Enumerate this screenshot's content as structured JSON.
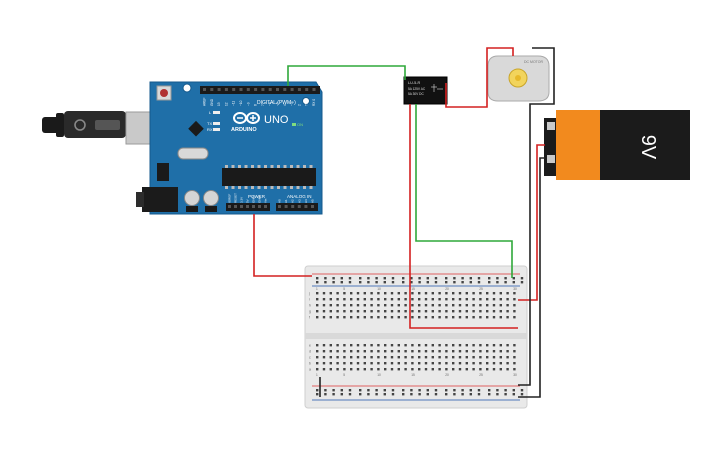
{
  "arduino": {
    "brand": "ARDUINO",
    "model": "UNO",
    "digital_label": "DIGITAL (PWM~)",
    "power_label": "POWER",
    "analog_label": "ANALOG IN",
    "tx_label": "TX",
    "rx_label": "RX",
    "l_label": "L",
    "on_label": "ON",
    "digital_pins": [
      "AREF",
      "GND",
      "13",
      "12",
      "~11",
      "~10",
      "~9",
      "8",
      "7",
      "~6",
      "~5",
      "4",
      "~3",
      "2",
      "TX 1",
      "RX 0"
    ],
    "power_pins": [
      "IOREF",
      "RESET",
      "3.3V",
      "5V",
      "GND",
      "GND",
      "Vin"
    ],
    "analog_pins": [
      "A0",
      "A1",
      "A2",
      "A3",
      "A4",
      "A5"
    ]
  },
  "relay": {
    "line1": "LU-5-R",
    "line2": "5A 125V AC",
    "line3": "5A 30V DC"
  },
  "motor": {
    "label": "DC MOTOR"
  },
  "battery": {
    "label": "9V"
  },
  "breadboard": {
    "row_letters_top": [
      "j",
      "i",
      "h",
      "g",
      "f"
    ],
    "row_letters_bottom": [
      "e",
      "d",
      "c",
      "b",
      "a"
    ],
    "column_numbers": [
      "1",
      "5",
      "10",
      "15",
      "20",
      "25",
      "30"
    ]
  },
  "colors": {
    "arduino_board": "#1f6fa8",
    "wire_red": "#d42020",
    "wire_green": "#2fa83a",
    "wire_black": "#222222",
    "battery_orange": "#f28a1e",
    "battery_black": "#1b1b1b"
  }
}
